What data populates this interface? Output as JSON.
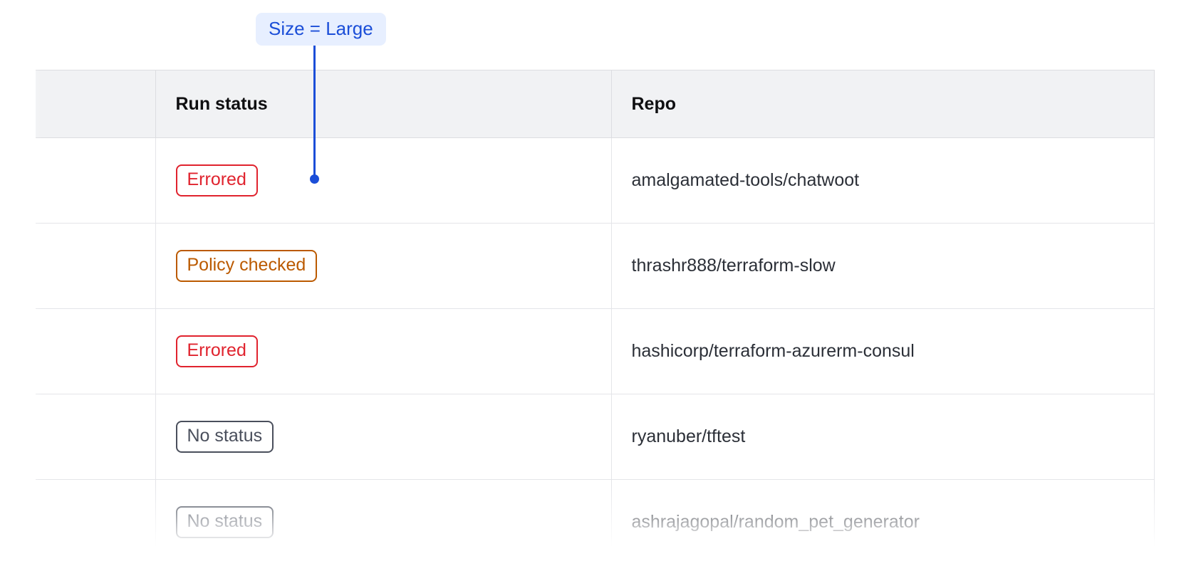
{
  "annotation": {
    "label": "Size = Large",
    "bg_color": "#e7efff",
    "text_color": "#1b4ed8",
    "connector_color": "#1b4ed8"
  },
  "table": {
    "columns": [
      {
        "key": "select",
        "label": ""
      },
      {
        "key": "run_status",
        "label": "Run status"
      },
      {
        "key": "repo",
        "label": "Repo"
      }
    ],
    "header_bg": "#f1f2f4",
    "rows": [
      {
        "status": "Errored",
        "status_variant": "errored",
        "status_color": "#e0232e",
        "repo": "amalgamated-tools/chatwoot"
      },
      {
        "status": "Policy checked",
        "status_variant": "policy-checked",
        "status_color": "#bb5a00",
        "repo": "thrashr888/terraform-slow"
      },
      {
        "status": "Errored",
        "status_variant": "errored",
        "status_color": "#e0232e",
        "repo": "hashicorp/terraform-azurerm-consul"
      },
      {
        "status": "No status",
        "status_variant": "no-status",
        "status_color": "#4a4f5c",
        "repo": "ryanuber/tftest"
      },
      {
        "status": "No status",
        "status_variant": "no-status",
        "status_color": "#4a4f5c",
        "repo": "ashrajagopal/random_pet_generator"
      }
    ]
  }
}
